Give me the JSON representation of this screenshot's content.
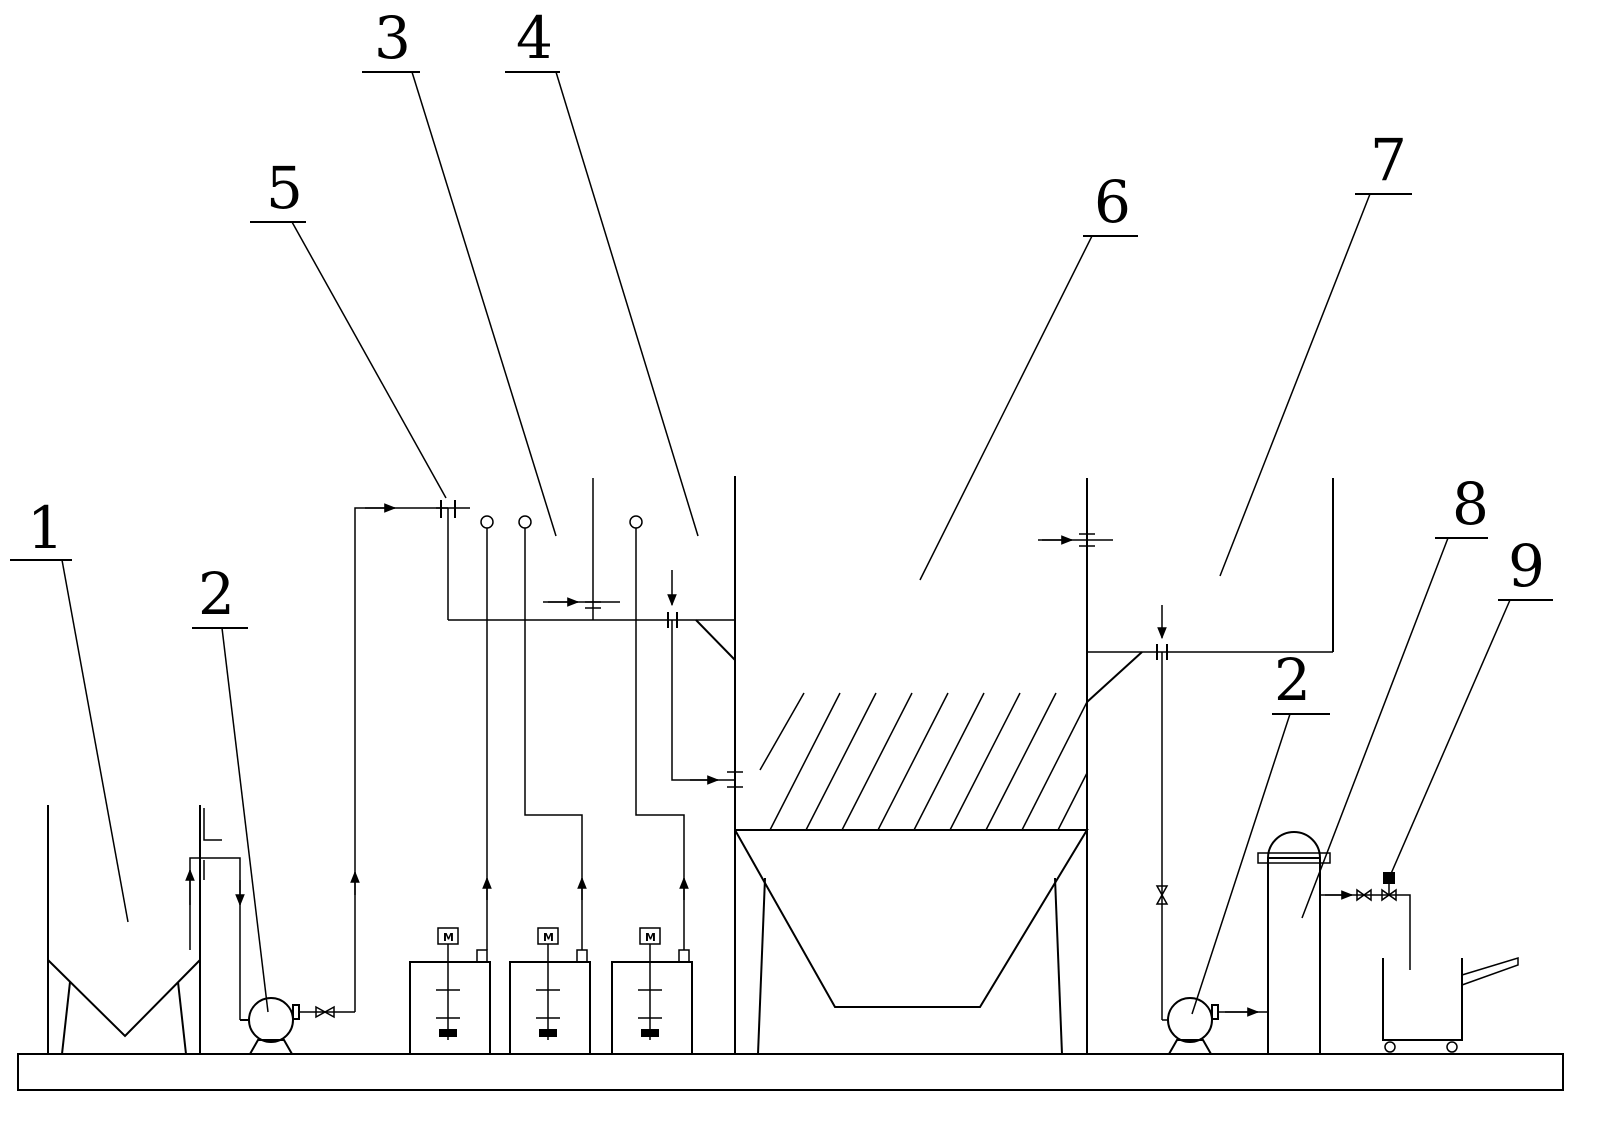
{
  "labels": {
    "l1": "1",
    "l2a": "2",
    "l2b": "2",
    "l3": "3",
    "l4": "4",
    "l5": "5",
    "l6": "6",
    "l7": "7",
    "l8": "8",
    "l9": "9",
    "motor": "M"
  }
}
